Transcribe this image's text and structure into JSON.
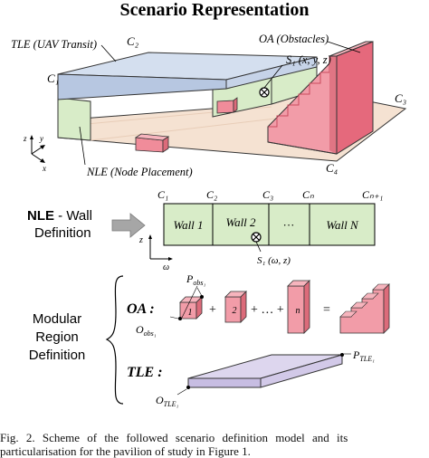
{
  "title": "Scenario Representation",
  "scene": {
    "tle_label": "TLE (UAV Transit)",
    "oa_label": "OA (Obstacles)",
    "nle_label": "NLE (Node Placement)",
    "s1_label": "S₁ (x, y, z)",
    "corners": {
      "c1": "C₁",
      "c2": "C₂",
      "c3": "C₃",
      "c4": "C₄"
    },
    "axes": {
      "z": "z",
      "y": "y",
      "x": "x"
    }
  },
  "nle_wall": {
    "heading_bold": "NLE",
    "heading_rest": " - Wall",
    "heading_line2": "Definition",
    "corner_labels": [
      "C₁",
      "C₂",
      "C₃",
      "Cₙ",
      "Cₙ₊₁"
    ],
    "walls": [
      "Wall 1",
      "Wall 2",
      "···",
      "Wall N"
    ],
    "axis_z": "z",
    "axis_w": "ω",
    "s1_label": "S₁ (ω, z)"
  },
  "modular": {
    "heading": [
      "Modular",
      "Region",
      "Definition"
    ],
    "oa": {
      "label": "OA :",
      "p_obs": "P",
      "p_obs_sub": "obs₁",
      "o_obs": "O",
      "o_obs_sub": "obs₁",
      "boxes": [
        "1",
        "2",
        "n"
      ],
      "plus": "+",
      "plus_dots": "+ … +",
      "equals": "="
    },
    "tle": {
      "label": "TLE :",
      "p_tle": "P",
      "p_tle_sub": "TLE₁",
      "o_tle": "O",
      "o_tle_sub": "TLE₁"
    }
  },
  "caption": {
    "line1": "Fig. 2. Scheme of the followed scenario definition model and its",
    "line2": "particularisation for the pavilion of study in Figure 1."
  },
  "colors": {
    "nle_green": "#d8ecc8",
    "tle_blue": "#d4dfef",
    "oa_red": "#f29ca8",
    "oa_red_dark": "#dc6b7a",
    "floor": "#f5e2d2",
    "tle_purple": "#ddd6ee",
    "arrow_gray": "#a6a6a6"
  }
}
